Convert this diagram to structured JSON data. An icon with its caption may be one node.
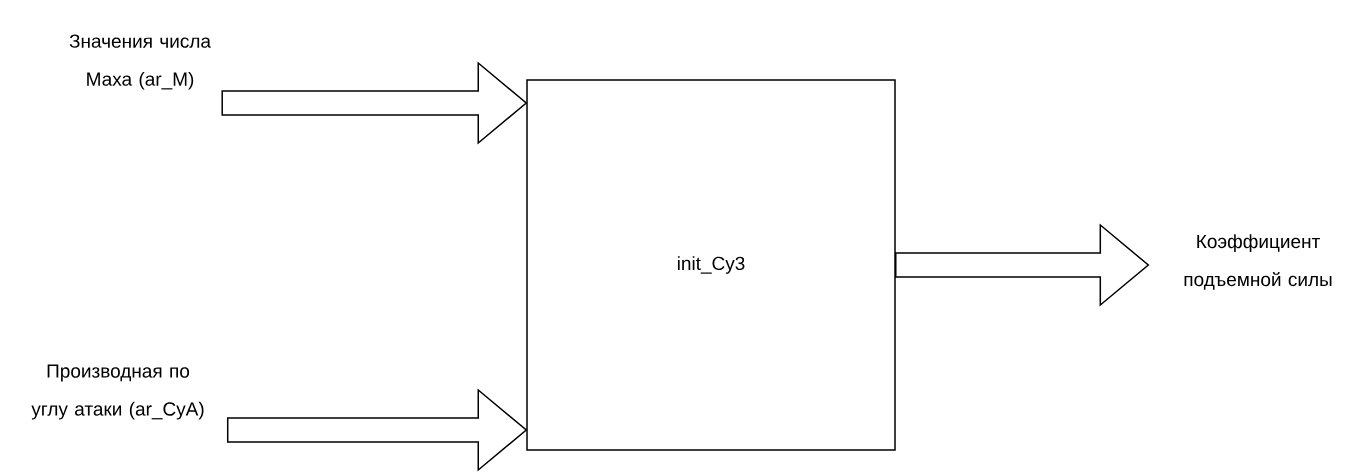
{
  "diagram": {
    "nodes": [
      {
        "text": [
          "Значения числа Маха (ar_M)"
        ]
      },
      {
        "text": [
          "Производная по углу атаки (ar_CyA)"
        ]
      },
      {
        "text": [
          "init_Cy3"
        ]
      },
      {
        "text": [
          "Коэффициент подъемной силы"
        ]
      }
    ],
    "edges": [
      {
        "from": 0,
        "to": 2,
        "arrow": "to"
      },
      {
        "from": 1,
        "to": 2,
        "arrow": "to"
      },
      {
        "from": 2,
        "to": 3,
        "arrow": "to"
      }
    ]
  }
}
